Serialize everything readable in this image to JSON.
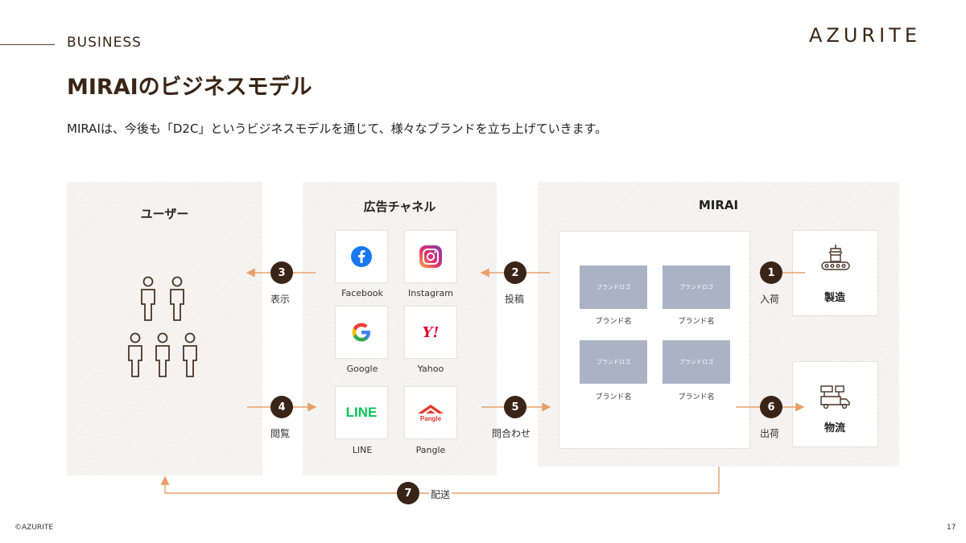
{
  "header": {
    "section": "BUSINESS",
    "logo": "AZURITE"
  },
  "title": "MIRAIのビジネスモデル",
  "lead": "MIRAIは、今後も「D2C」というビジネスモデルを通じて、様々なブランドを立ち上げていきます。",
  "panels": {
    "users": {
      "title": "ユーザー"
    },
    "ads": {
      "title": "広告チャネル",
      "channels": [
        {
          "label": "Facebook",
          "icon": "facebook-icon"
        },
        {
          "label": "Instagram",
          "icon": "instagram-icon"
        },
        {
          "label": "Google",
          "icon": "google-icon"
        },
        {
          "label": "Yahoo",
          "icon": "yahoo-icon",
          "icon_text": "Y!"
        },
        {
          "label": "LINE",
          "icon": "line-icon",
          "icon_text": "LINE"
        },
        {
          "label": "Pangle",
          "icon": "pangle-icon",
          "icon_text": "Pangle"
        }
      ]
    },
    "mirai": {
      "title": "MIRAI",
      "brands": [
        {
          "logo": "ブランドロゴ",
          "name": "ブランド名"
        },
        {
          "logo": "ブランドロゴ",
          "name": "ブランド名"
        },
        {
          "logo": "ブランドロゴ",
          "name": "ブランド名"
        },
        {
          "logo": "ブランドロゴ",
          "name": "ブランド名"
        }
      ],
      "manufacturing": "製造",
      "logistics": "物流"
    }
  },
  "steps": [
    {
      "num": "1",
      "label": "入荷"
    },
    {
      "num": "2",
      "label": "投稿"
    },
    {
      "num": "3",
      "label": "表示"
    },
    {
      "num": "4",
      "label": "閲覧"
    },
    {
      "num": "5",
      "label": "問合わせ"
    },
    {
      "num": "6",
      "label": "出荷"
    },
    {
      "num": "7",
      "label": "配送"
    }
  ],
  "colors": {
    "arrow": "#e8a06a",
    "step_bg": "#3a2418",
    "brand_logo_bg": "#a9b3c4",
    "text_dark": "#3a2515"
  },
  "footer": {
    "copyright": "©AZURITE",
    "page": "17"
  }
}
